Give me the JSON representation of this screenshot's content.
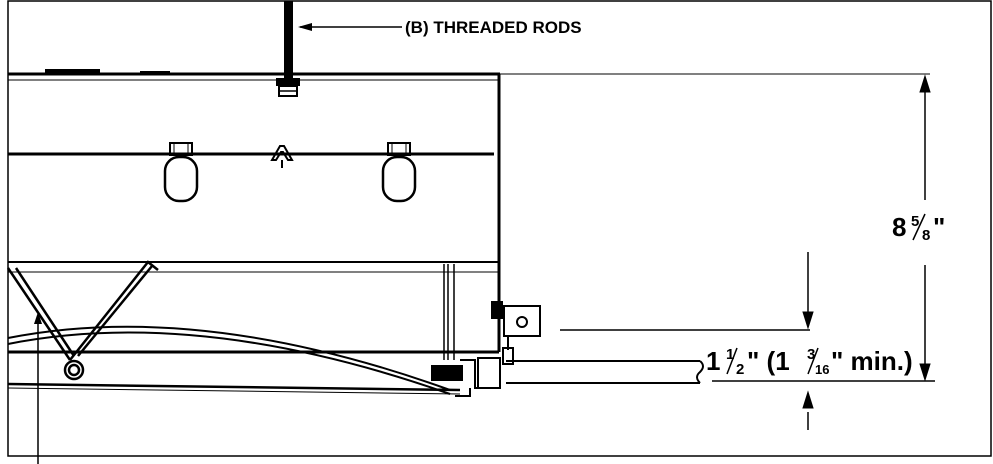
{
  "labels": {
    "threaded_rods": "(B) THREADED RODS",
    "height_whole": "8",
    "height_num": "5",
    "height_den": "8",
    "height_unit": "\"",
    "gap_whole": "1",
    "gap_num": "1",
    "gap_den": "2",
    "gap_mid": "\" (1",
    "gap_min_num": "3",
    "gap_min_den": "16",
    "gap_tail": "\" min.)"
  },
  "colors": {
    "line": "#000000",
    "background": "#ffffff"
  }
}
